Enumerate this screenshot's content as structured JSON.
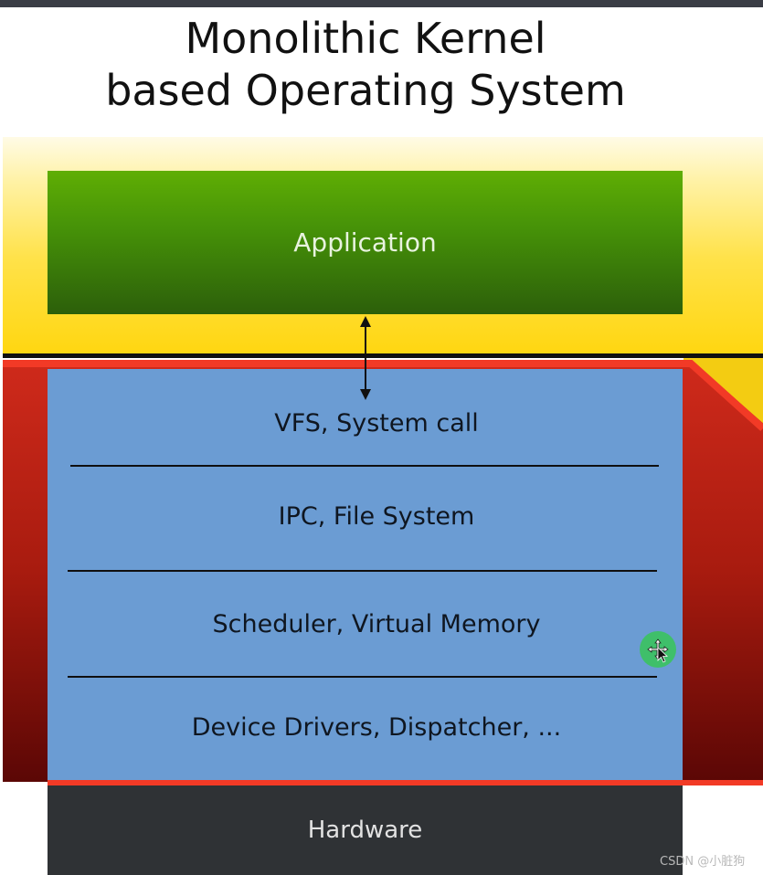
{
  "title": {
    "line1": "Monolithic Kernel",
    "line2": "based Operating System"
  },
  "application": {
    "label": "Application"
  },
  "kernel": {
    "layers": [
      {
        "label": "VFS, System call"
      },
      {
        "label": "IPC, File System"
      },
      {
        "label": "Scheduler, Virtual Memory"
      },
      {
        "label": "Device Drivers, Dispatcher, ..."
      }
    ]
  },
  "hardware": {
    "label": "Hardware"
  },
  "watermark": "CSDN @小脏狗",
  "colors": {
    "user_space": "#ffd60f",
    "kernel_space": "#a81b0f",
    "kernel_border": "#f23a26",
    "application": "#469208",
    "kernel_box": "#6b9cd3",
    "hardware": "#2f3235"
  },
  "icons": {
    "cursor": "move-cursor-icon",
    "arrow": "double-arrow-icon"
  }
}
